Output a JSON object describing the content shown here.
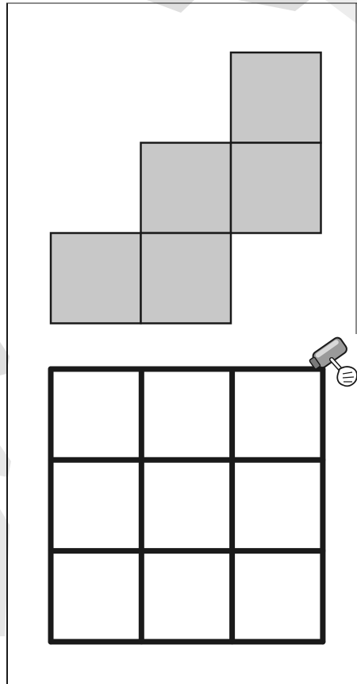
{
  "puzzle": {
    "piece": {
      "cells": [
        [
          0,
          2
        ],
        [
          1,
          1
        ],
        [
          1,
          2
        ],
        [
          2,
          0
        ],
        [
          2,
          1
        ]
      ],
      "fill": "#c8c8c8",
      "stroke": "#1a1a1a"
    },
    "board": {
      "rows": 3,
      "cols": 3,
      "line_color": "#1a1a1a"
    },
    "hammer_icon": "hammer-icon",
    "page_border_color": "#1a1a1a",
    "watermark_color": "#dcdcdc"
  }
}
